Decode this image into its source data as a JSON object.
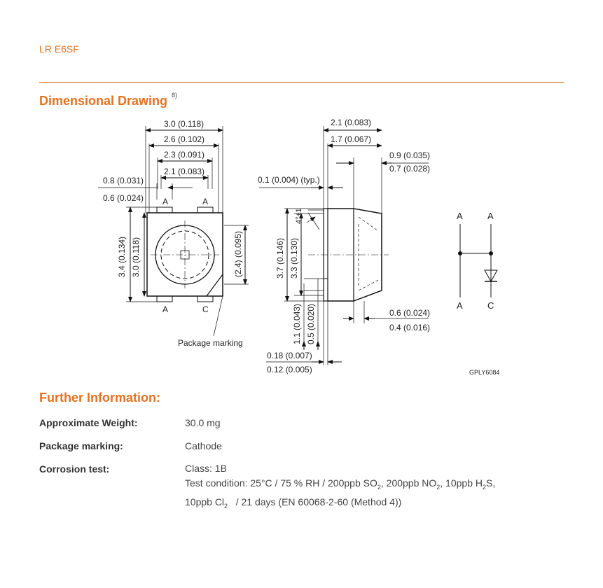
{
  "header": {
    "doc_id": "LR E6SF"
  },
  "drawing_section": {
    "title": "Dimensional Drawing",
    "footnote": "8)",
    "front_view": {
      "dim_width_outer": "3.0 (0.118)",
      "dim_width_body": "2.6 (0.102)",
      "dim_pad_outer": "2.3 (0.091)",
      "dim_pad_inner": "2.1 (0.083)",
      "dim_pin_max": "0.8 (0.031)",
      "dim_pin_min": "0.6 (0.024)",
      "dim_height_outer": "3.4 (0.134)",
      "dim_height_body": "3.0 (0.118)",
      "dim_lens": "(2.4) (0.095)",
      "pin_top_left": "A",
      "pin_top_right": "A",
      "pin_bottom_left": "A",
      "pin_bottom_right": "C",
      "package_marking_label": "Package marking"
    },
    "side_view": {
      "dim_depth_outer": "2.1 (0.083)",
      "dim_depth_inner": "1.7 (0.067)",
      "dim_lens_max": "0.9 (0.035)",
      "dim_lens_min": "0.7 (0.028)",
      "dim_gap": "0.1 (0.004) (typ.)",
      "dim_angle": "4°±1",
      "dim_height_outer": "3.7 (0.146)",
      "dim_height_inner": "3.3 (0.130)",
      "dim_lead_max": "1.1 (0.043)",
      "dim_lead_min": "0.5 (0.020)",
      "dim_bottom_max": "0.6 (0.024)",
      "dim_bottom_min": "0.4 (0.016)",
      "dim_thick_max": "0.18 (0.007)",
      "dim_thick_min": "0.12 (0.005)"
    },
    "schematic": {
      "a1": "A",
      "a2": "A",
      "a3": "A",
      "c": "C"
    },
    "drawing_code": "GPLY6084"
  },
  "further_info": {
    "title": "Further Information:",
    "weight_label": "Approximate Weight:",
    "weight_value": "30.0 mg",
    "marking_label": "Package marking:",
    "marking_value": "Cathode",
    "corrosion_label": "Corrosion test:",
    "corrosion_class": "Class: 1B",
    "corrosion_l1_a": "Test condition: 25°C / 75 % RH / 200ppb SO",
    "corrosion_l1_b": ", 200ppb NO",
    "corrosion_l1_c": ", 10ppb H",
    "corrosion_l1_d": "S,",
    "corrosion_l2_a": "10ppb Cl",
    "corrosion_l2_b": "   / 21 days (EN 60068-2-60 (Method 4))",
    "sub_2": "2"
  }
}
